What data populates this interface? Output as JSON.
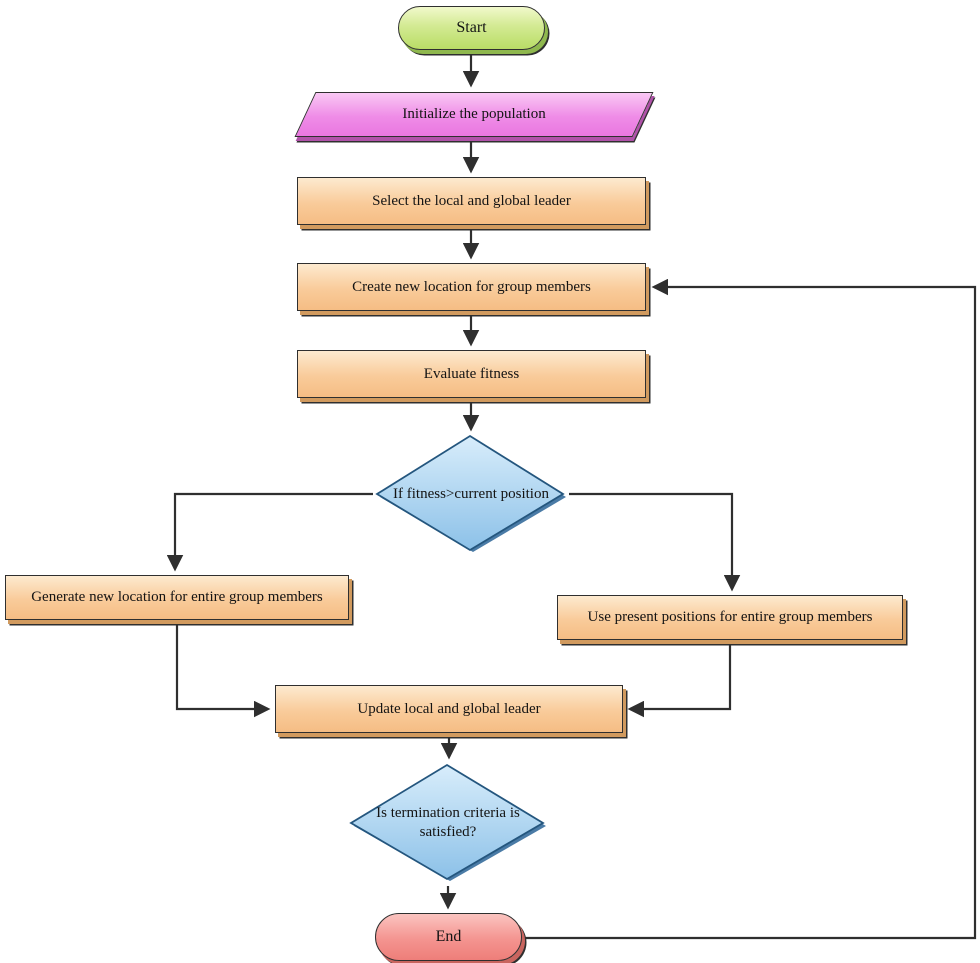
{
  "diagram": {
    "type": "flowchart",
    "title": "Optimization algorithm flowchart",
    "nodes": {
      "start": {
        "label": "Start",
        "shape": "terminator",
        "fill": "#cbe788"
      },
      "initialize": {
        "label": "Initialize the population",
        "shape": "parallelogram",
        "fill": "#ee7de6"
      },
      "select_leader": {
        "label": "Select the local and global leader",
        "shape": "process",
        "fill": "#f9c795"
      },
      "create_location": {
        "label": "Create new location for group members",
        "shape": "process",
        "fill": "#f9c795"
      },
      "evaluate_fitness": {
        "label": "Evaluate fitness",
        "shape": "process",
        "fill": "#f9c795"
      },
      "fitness_decision": {
        "label": "If fitness>current position",
        "shape": "decision",
        "fill": "#a9d2ef"
      },
      "generate_new_location": {
        "label": "Generate new location for entire group members",
        "shape": "process",
        "fill": "#f9c795"
      },
      "use_present_positions": {
        "label": "Use present positions for entire group members",
        "shape": "process",
        "fill": "#f9c795"
      },
      "update_leader": {
        "label": "Update local and global leader",
        "shape": "process",
        "fill": "#f9c795"
      },
      "termination_decision": {
        "label": "Is termination criteria is satisfied?",
        "shape": "decision",
        "fill": "#a9d2ef"
      },
      "end": {
        "label": "End",
        "shape": "terminator",
        "fill": "#f2908c"
      }
    },
    "edges": [
      {
        "from": "start",
        "to": "initialize"
      },
      {
        "from": "initialize",
        "to": "select_leader"
      },
      {
        "from": "select_leader",
        "to": "create_location"
      },
      {
        "from": "create_location",
        "to": "evaluate_fitness"
      },
      {
        "from": "evaluate_fitness",
        "to": "fitness_decision"
      },
      {
        "from": "fitness_decision",
        "to": "generate_new_location",
        "branch": "left"
      },
      {
        "from": "fitness_decision",
        "to": "use_present_positions",
        "branch": "right"
      },
      {
        "from": "generate_new_location",
        "to": "update_leader"
      },
      {
        "from": "use_present_positions",
        "to": "update_leader"
      },
      {
        "from": "update_leader",
        "to": "termination_decision"
      },
      {
        "from": "termination_decision",
        "to": "end"
      },
      {
        "from": "end",
        "to": "create_location",
        "branch": "loop-back"
      }
    ],
    "palette": {
      "connector": "#2f2f2f",
      "start_fill": "#cbe788",
      "io_fill": "#ee7de6",
      "process_fill": "#f9c795",
      "decision_fill": "#a9d2ef",
      "end_fill": "#f2908c"
    }
  }
}
